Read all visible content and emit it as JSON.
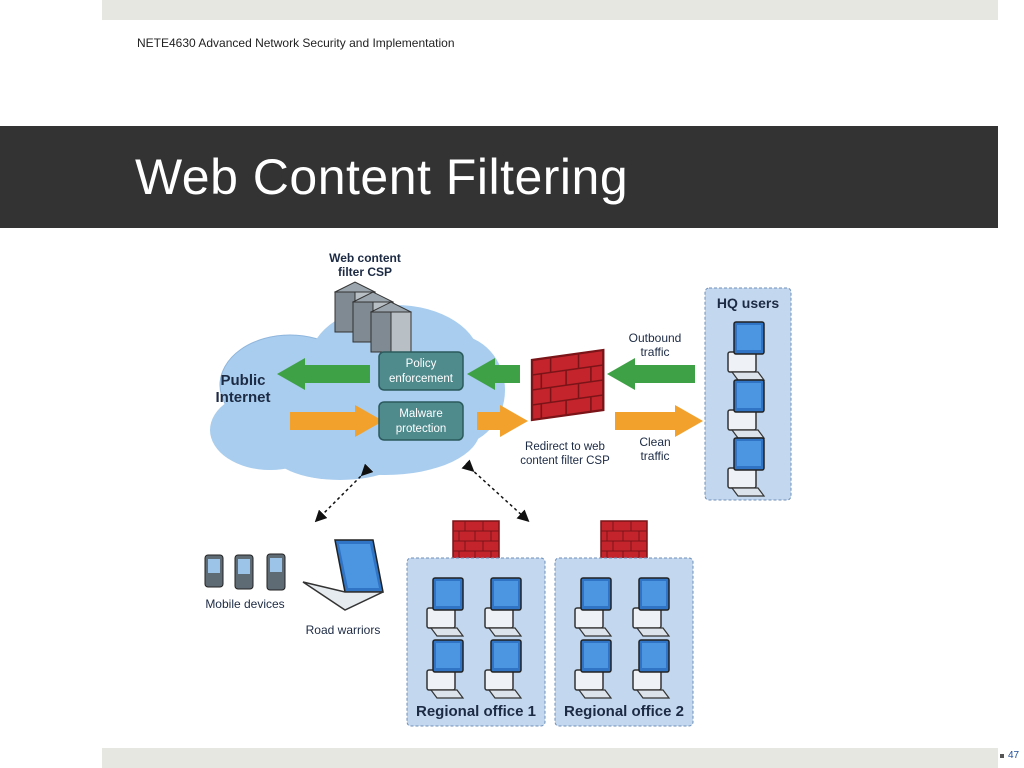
{
  "header": {
    "course": "NETE4630 Advanced Network Security and Implementation"
  },
  "slide": {
    "title": "Web Content Filtering",
    "page_number": "47"
  },
  "diagram": {
    "csp_label_line1": "Web content",
    "csp_label_line2": "filter CSP",
    "internet_line1": "Public",
    "internet_line2": "Internet",
    "policy_line1": "Policy",
    "policy_line2": "enforcement",
    "malware_line1": "Malware",
    "malware_line2": "protection",
    "outbound_line1": "Outbound",
    "outbound_line2": "traffic",
    "redirect_line1": "Redirect to web",
    "redirect_line2": "content filter CSP",
    "clean_line1": "Clean",
    "clean_line2": "traffic",
    "hq_users": "HQ users",
    "mobile_devices": "Mobile devices",
    "road_warriors": "Road warriors",
    "regional_office_1": "Regional office 1",
    "regional_office_2": "Regional office 2",
    "colors": {
      "cloud": "#a9cdee",
      "green_arrow": "#3fa146",
      "orange_arrow": "#f2a12c",
      "firewall": "#c4242b",
      "office_bg": "#c3d7ee",
      "monitor": "#2f74c5"
    }
  }
}
